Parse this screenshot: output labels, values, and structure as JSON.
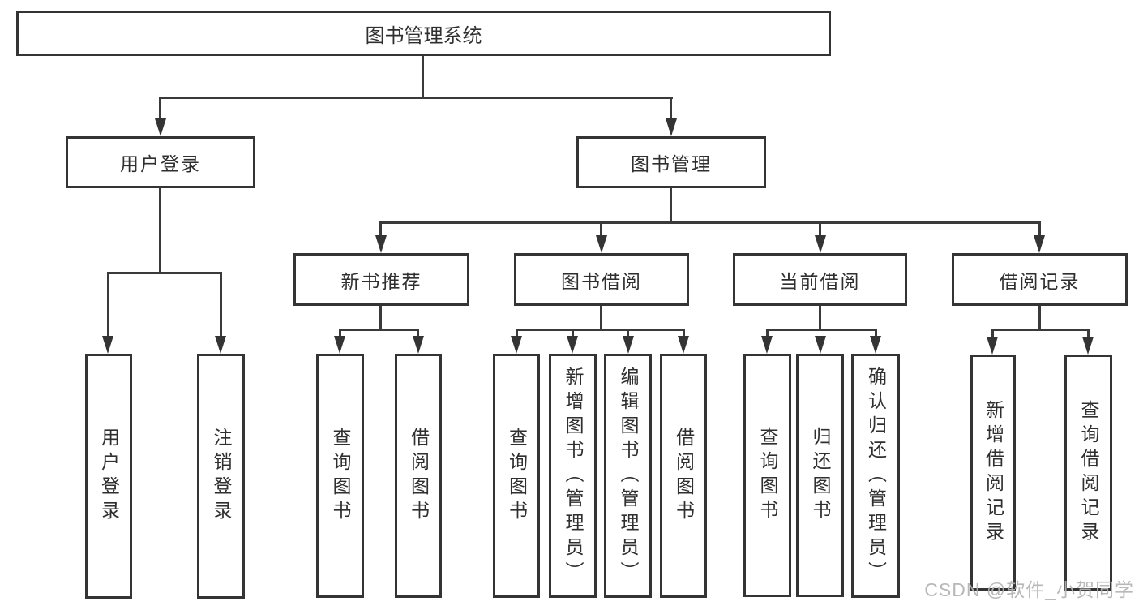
{
  "diagram": {
    "root": {
      "label": "图书管理系统"
    },
    "branches": [
      {
        "label": "用户登录",
        "children": [
          {
            "label": "用户登录"
          },
          {
            "label": "注销登录"
          }
        ]
      },
      {
        "label": "图书管理",
        "groups": [
          {
            "label": "新书推荐",
            "children": [
              {
                "label": "查询图书"
              },
              {
                "label": "借阅图书"
              }
            ]
          },
          {
            "label": "图书借阅",
            "children": [
              {
                "label": "查询图书"
              },
              {
                "label": "新增图书（管理员）"
              },
              {
                "label": "编辑图书（管理员）"
              },
              {
                "label": "借阅图书"
              }
            ]
          },
          {
            "label": "当前借阅",
            "children": [
              {
                "label": "查询图书"
              },
              {
                "label": "归还图书"
              },
              {
                "label": "确认归还（管理员）"
              }
            ]
          },
          {
            "label": "借阅记录",
            "children": [
              {
                "label": "新增借阅记录"
              },
              {
                "label": "查询借阅记录"
              }
            ]
          }
        ]
      }
    ],
    "watermark": "CSDN @软件_小贺同学",
    "colors": {
      "line": "#3a3a3a",
      "box_border": "#343434",
      "text": "#2f2f2f",
      "watermark": "#b2b2b2",
      "background": "#ffffff"
    }
  }
}
